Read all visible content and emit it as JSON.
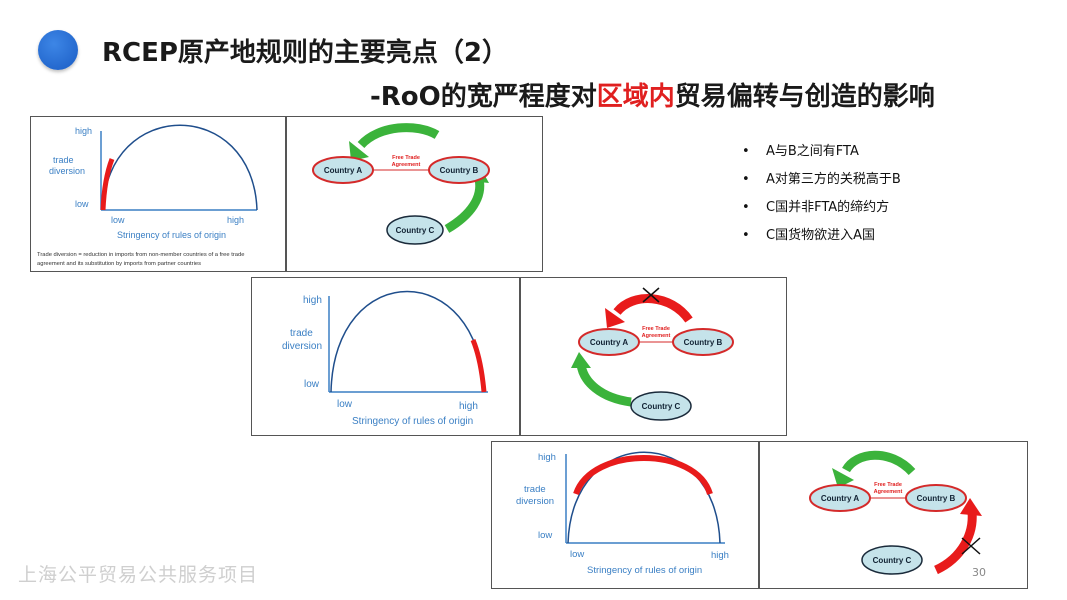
{
  "title": {
    "line1": "RCEP原产地规则的主要亮点（2）",
    "line2_part1": "-RoO的宽严程度对",
    "line2_highlight": "区域内",
    "line2_part2": "贸易偏转与创造的影响"
  },
  "chart_labels": {
    "high": "high",
    "low": "low",
    "y_title_line1": "trade",
    "y_title_line2": "diversion",
    "x_title": "Stringency of rules of origin",
    "footnote_line1": "Trade diversion = reduction in imports from non-member countries of a free trade",
    "footnote_line2": "agreement and its substitution by imports from partner countries"
  },
  "diagram_labels": {
    "country_a": "Country A",
    "country_b": "Country B",
    "country_c": "Country C",
    "fta_line1": "Free Trade",
    "fta_line2": "Agreement"
  },
  "bullets": [
    "A与B之间有FTA",
    "A对第三方的关税高于B",
    "C国并非FTA的缔约方",
    "C国货物欲进入A国"
  ],
  "footer": "上海公平贸易公共服务项目",
  "page_number": "30",
  "colors": {
    "curve_blue": "#1f4e8c",
    "highlight_red": "#e81b1b",
    "arrow_green": "#3bb33b",
    "ellipse_fill": "#c5e3ea",
    "ellipse_stroke": "#d42a2a",
    "title_highlight": "#e02020"
  }
}
